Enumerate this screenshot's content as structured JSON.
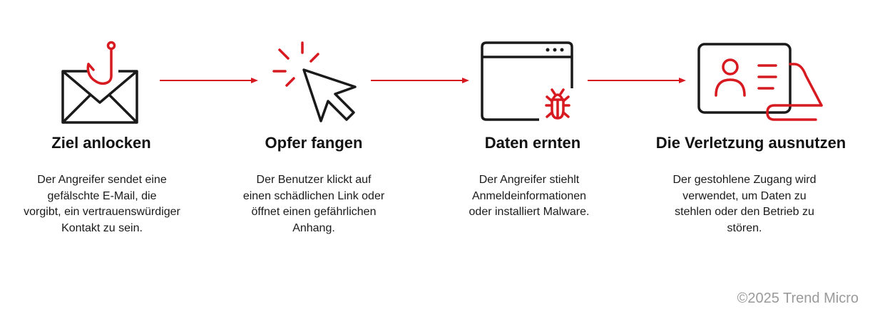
{
  "colors": {
    "accent": "#d71920",
    "ink": "#1a1a1a",
    "muted": "#9a9a9a"
  },
  "steps": [
    {
      "icon": "email-hook-icon",
      "title": "Ziel anlocken",
      "lines": [
        "Der Angreifer sendet eine",
        "gefälschte E-Mail, die",
        "vorgibt, ein vertrauenswürdiger",
        "Kontakt zu sein."
      ]
    },
    {
      "icon": "cursor-click-icon",
      "title": "Opfer fangen",
      "lines": [
        "Der Benutzer klickt auf",
        "einen schädlichen Link oder",
        "öffnet einen gefährlichen",
        "Anhang."
      ]
    },
    {
      "icon": "browser-bug-icon",
      "title": "Daten ernten",
      "lines": [
        "Der Angreifer stiehlt",
        "Anmeldeinformationen",
        "oder installiert Malware."
      ]
    },
    {
      "icon": "id-card-icon",
      "title": "Die Verletzung ausnutzen",
      "lines": [
        "Der gestohlene Zugang wird",
        "verwendet, um Daten zu",
        "stehlen oder den Betrieb zu",
        "stören."
      ]
    }
  ],
  "footer": {
    "copyright": "©2025 Trend Micro"
  }
}
